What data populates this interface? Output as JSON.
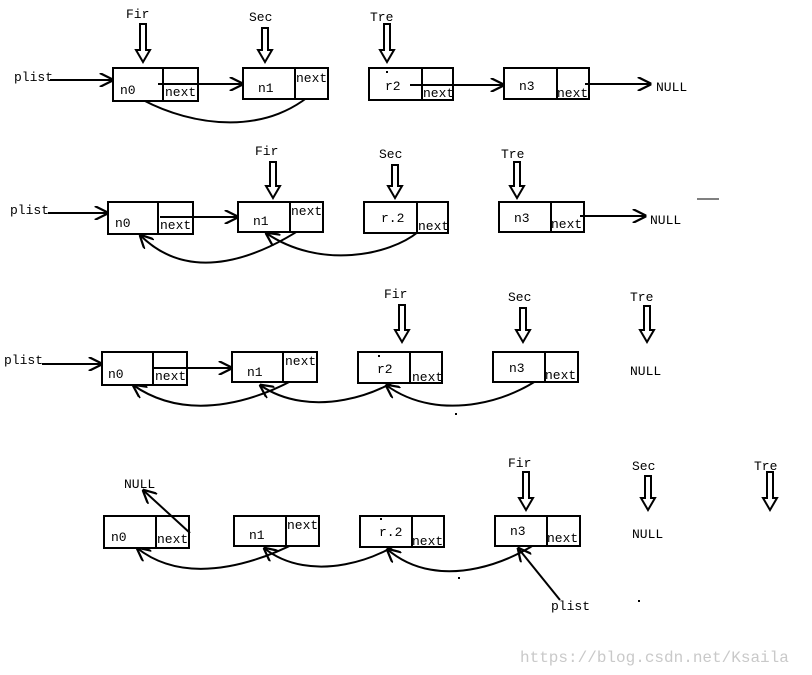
{
  "rows": [
    {
      "pointers": {
        "fir": "Fir",
        "sec": "Sec",
        "tre": "Tre"
      },
      "plist": "plist",
      "nodes": [
        {
          "name": "n0",
          "next": "next"
        },
        {
          "name": "n1",
          "next": "next"
        },
        {
          "name": "r2",
          "next": "next"
        },
        {
          "name": "n3",
          "next": "next"
        }
      ],
      "null_labels": [
        "NULL"
      ]
    },
    {
      "pointers": {
        "fir": "Fir",
        "sec": "Sec",
        "tre": "Tre"
      },
      "plist": "plist",
      "nodes": [
        {
          "name": "n0",
          "next": "next"
        },
        {
          "name": "n1",
          "next": "next"
        },
        {
          "name": "r.2",
          "next": "next"
        },
        {
          "name": "n3",
          "next": "next"
        }
      ],
      "null_labels": [
        "NULL"
      ]
    },
    {
      "pointers": {
        "fir": "Fir",
        "sec": "Sec",
        "tre": "Tre"
      },
      "plist": "plist",
      "nodes": [
        {
          "name": "n0",
          "next": "next"
        },
        {
          "name": "n1",
          "next": "next"
        },
        {
          "name": "r2",
          "next": "next"
        },
        {
          "name": "n3",
          "next": "next"
        }
      ],
      "null_labels": [
        "NULL"
      ]
    },
    {
      "pointers": {
        "fir": "Fir",
        "sec": "Sec",
        "tre": "Tre"
      },
      "plist": "plist",
      "nodes": [
        {
          "name": "n0",
          "next": "next"
        },
        {
          "name": "n1",
          "next": "next"
        },
        {
          "name": "r.2",
          "next": "next"
        },
        {
          "name": "n3",
          "next": "next"
        }
      ],
      "null_labels": [
        "NULL",
        "NULL"
      ]
    }
  ],
  "watermark": "https://blog.csdn.net/Ksaila"
}
